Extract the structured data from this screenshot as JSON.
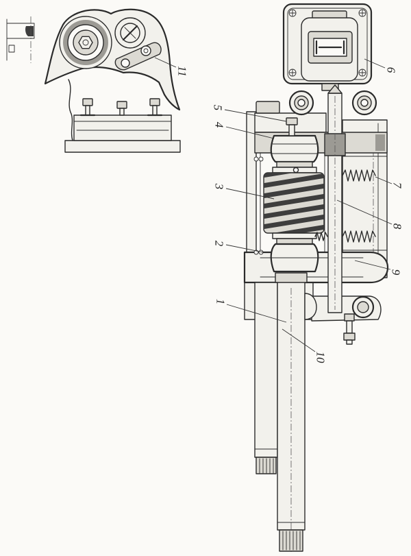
{
  "figure": {
    "callouts": [
      "1",
      "2",
      "3",
      "4",
      "5",
      "6",
      "7",
      "8",
      "9",
      "10",
      "11"
    ]
  },
  "colors": {
    "ink": "#2b2b2b",
    "paper": "#fbfaf7"
  }
}
